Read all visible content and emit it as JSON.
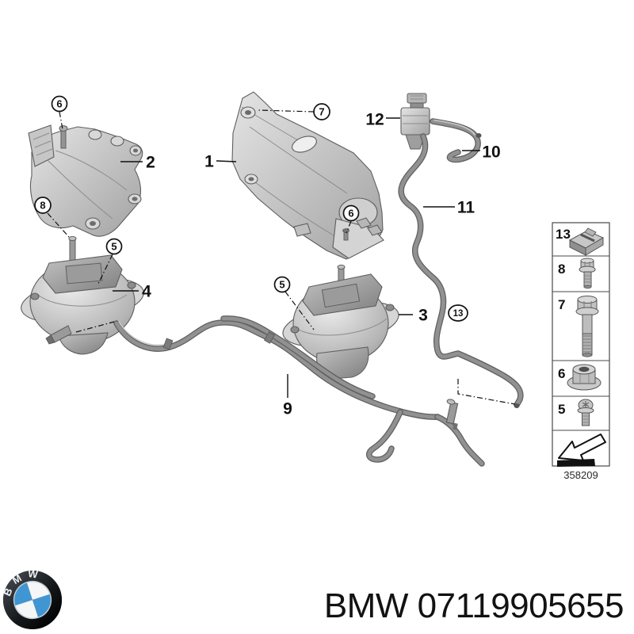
{
  "diagram": {
    "part_labels": {
      "bracket_main": "1",
      "bracket_left": "2",
      "mount_right": "3",
      "mount_left": "4",
      "pipe_assembly": "9",
      "hose_upper": "10",
      "hose_long": "11",
      "valve": "12"
    },
    "callouts": {
      "bolt_top_left": "6",
      "bolt_mount_left": "8",
      "screw_left": "5",
      "bolt_bracket_main": "7",
      "bolt_bracket_bottom": "6",
      "screw_mid": "5",
      "clip": "13"
    },
    "drawing_number": "358209"
  },
  "legend": {
    "items": [
      {
        "label": "13",
        "icon": "cage-nut-clip-icon"
      },
      {
        "label": "8",
        "icon": "flange-bolt-short-icon"
      },
      {
        "label": "7",
        "icon": "flange-bolt-long-icon"
      },
      {
        "label": "6",
        "icon": "flange-nut-icon"
      },
      {
        "label": "5",
        "icon": "torx-screw-icon"
      }
    ]
  },
  "footer": {
    "logo_text": "BMW",
    "part_text": "BMW 07119905655"
  },
  "colors": {
    "background": "#ffffff",
    "line_black": "#111111",
    "part_gray_light": "#dcdcdc",
    "part_gray": "#b8b8b8",
    "part_gray_dark": "#8a8a8a",
    "logo_blue": "#3f96d2",
    "logo_black": "#17191c"
  }
}
